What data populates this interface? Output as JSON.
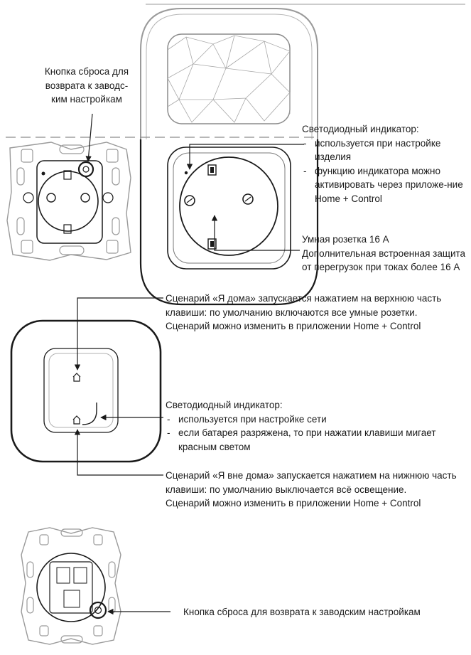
{
  "top": {
    "reset_label": [
      "Кнопка сброса для",
      "возврата к заводс-",
      "ким настройкам"
    ],
    "led": {
      "title": "Светодиодный индикатор:",
      "items": [
        "используется при настройке изделия",
        "функцию индикатора можно активировать через приложе-ние Home + Control"
      ]
    },
    "socket": [
      "Умная розетка 16 А",
      "Дополнительная встроенная защита от перегрузок при токах более 16 А"
    ]
  },
  "bottom": {
    "home_scenario": [
      "Сценарий «Я дома» запускается нажатием на верхнюю часть клавиши: по умолчанию включаются все умные розетки.",
      "Сценарий можно изменить в приложении Home + Control"
    ],
    "led": {
      "title": "Светодиодный индикатор:",
      "items": [
        "используется при настройке сети",
        "если батарея разряжена, то при нажатии клавиши мигает красным светом"
      ]
    },
    "away_scenario": [
      "Сценарий «Я вне дома» запускается нажатием на нижнюю часть клавиши: по умолчанию выключается всё освещение.",
      "Сценарий можно изменить в приложении Home + Control"
    ],
    "reset_label": "Кнопка сброса для возврата к заводским настройкам"
  }
}
